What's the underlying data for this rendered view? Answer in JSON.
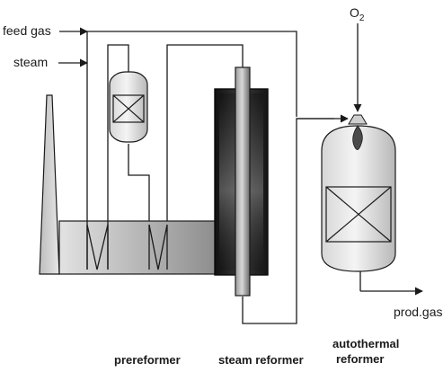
{
  "labels": {
    "feed_gas": "feed gas",
    "steam": "steam",
    "o2_main": "O",
    "o2_sub": "2",
    "prod_gas": "prod.gas",
    "prereformer": "prereformer",
    "steam_reformer": "steam reformer",
    "autothermal_line1": "autothermal",
    "autothermal_line2": "reformer"
  },
  "colors": {
    "line": "#1a1a1a",
    "vessel_light": "#ececec",
    "vessel_dark": "#9a9a9a",
    "reformer_box": "#1c1c1c",
    "tube_light": "#e0e0e0",
    "tube_dark": "#707070",
    "furnace_light": "#dcdcdc",
    "furnace_dark": "#8a8a8a"
  },
  "icons": [
    "arrow-icon",
    "cross-x-icon",
    "zigzag-coil-icon",
    "flame-icon"
  ]
}
